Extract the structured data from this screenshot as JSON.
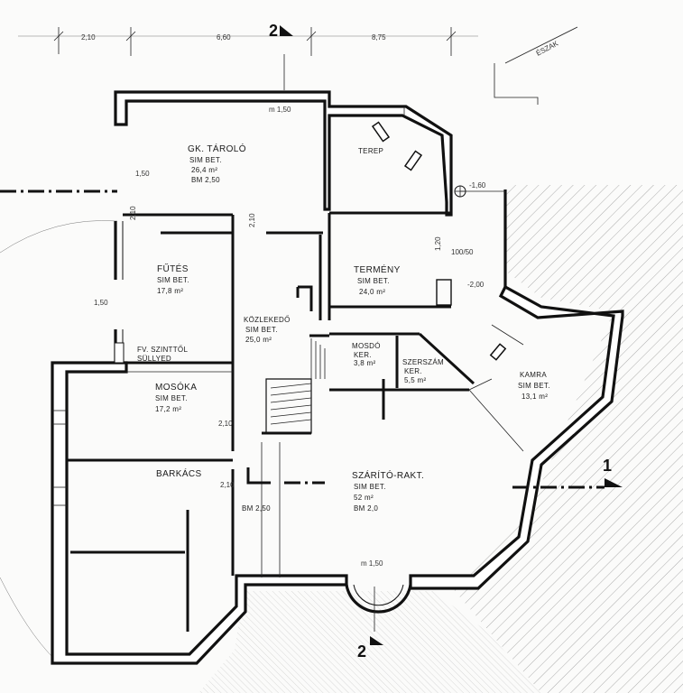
{
  "rooms": {
    "garage": {
      "name": "GK. TÁROLÓ",
      "floor": "SIM BET.",
      "area": "26,4 m²",
      "height": "BM 2,50"
    },
    "crop": {
      "name": "TERMÉNY",
      "floor": "SIM BET.",
      "area": "24,0 m²"
    },
    "terrain": {
      "name": "TEREP"
    },
    "heating": {
      "name": "FŰTÉS",
      "floor": "SIM BET.",
      "area": "17,8 m²"
    },
    "corridor": {
      "name": "KÖZLEKEDŐ",
      "floor": "SIM BET.",
      "area": "25,0 m²"
    },
    "washroom": {
      "name": "MOSDÓ",
      "floor": "KER.",
      "area": "3,8 m²"
    },
    "tools": {
      "name": "SZERSZÁM",
      "floor": "KER.",
      "area": "5,5 m²"
    },
    "pantry": {
      "name": "KAMRA",
      "floor": "SIM BET.",
      "area": "13,1 m²"
    },
    "laundry": {
      "name": "MOSÓKA",
      "floor": "SIM BET.",
      "area": "17,2 m²"
    },
    "workshop": {
      "name": "BARKÁCS",
      "height": "BM 2,50"
    },
    "storage": {
      "name": "SZÁRÍTÓ-RAKT.",
      "floor": "SIM BET.",
      "area": "52 m²",
      "height": "BM 2,0"
    },
    "level_note": {
      "line1": "FV. SZINTTŐL",
      "line2": "SÜLLYED"
    }
  },
  "dimensions": {
    "top": [
      "2,10",
      "6,60",
      "8,75"
    ],
    "m_a": "m 1,50",
    "m_b": "m 1,50",
    "d_210_a": "2,10",
    "d_210_b": "2,10",
    "d_210_c": "2,10",
    "d_210_d": "2,10",
    "d_160": "-1,60",
    "d_200": "-2,00",
    "d_100_50": "100/50",
    "d_120": "1,20",
    "d_150_a": "1,50",
    "d_150_b": "1,50"
  },
  "section_marks": {
    "vertical": "2",
    "horizontal": "1"
  },
  "north_label": "ÉSZAK"
}
